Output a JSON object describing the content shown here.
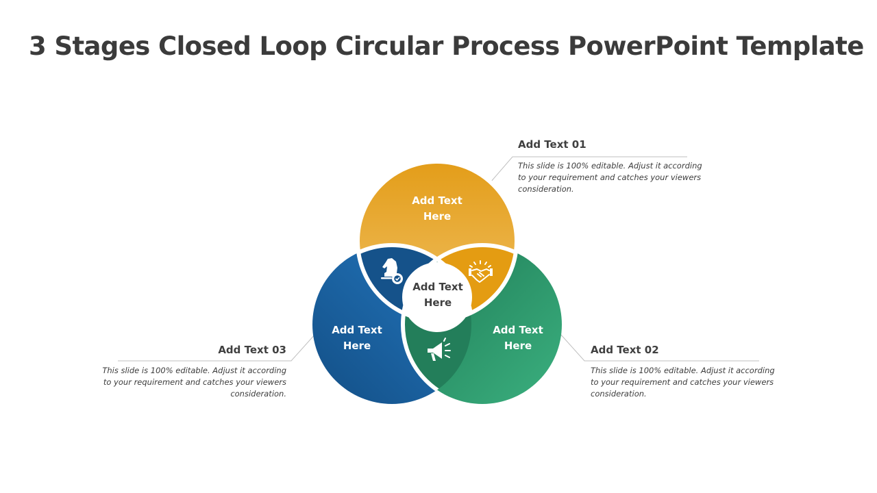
{
  "slide": {
    "title": "3 Stages Closed Loop Circular Process PowerPoint Template"
  },
  "colors": {
    "orange": "#E8A92E",
    "orange_light": "#F0BE5E",
    "orange_inner": "#E49C12",
    "blue": "#1E6FB3",
    "blue_dark": "#145A95",
    "blue_inner": "#15528A",
    "green": "#2E9E71",
    "green_dark": "#23805C",
    "green_inner": "#237E5A",
    "heading": "#404040",
    "leader": "#BFBFBF"
  },
  "diagram": {
    "stages": [
      {
        "id": "top",
        "color": "orange",
        "line1": "Add Text",
        "line2": "Here"
      },
      {
        "id": "right",
        "color": "green",
        "line1": "Add Text",
        "line2": "Here"
      },
      {
        "id": "left",
        "color": "blue",
        "line1": "Add Text",
        "line2": "Here"
      }
    ],
    "center": {
      "line1": "Add Text",
      "line2": "Here"
    },
    "overlap_icons": [
      {
        "region": "top-left",
        "icon": "chess-knight-gear-icon"
      },
      {
        "region": "top-right",
        "icon": "handshake-icon"
      },
      {
        "region": "bottom",
        "icon": "megaphone-icon"
      }
    ]
  },
  "labels": [
    {
      "id": "label-01",
      "heading": "Add Text 01",
      "body": "This slide is 100% editable. Adjust it according to your requirement and catches your viewers consideration."
    },
    {
      "id": "label-02",
      "heading": "Add Text 02",
      "body": "This slide is 100% editable. Adjust it according to your requirement and catches your viewers consideration."
    },
    {
      "id": "label-03",
      "heading": "Add Text 03",
      "body": "This slide is 100% editable. Adjust it according to your requirement and catches your viewers consideration."
    }
  ]
}
